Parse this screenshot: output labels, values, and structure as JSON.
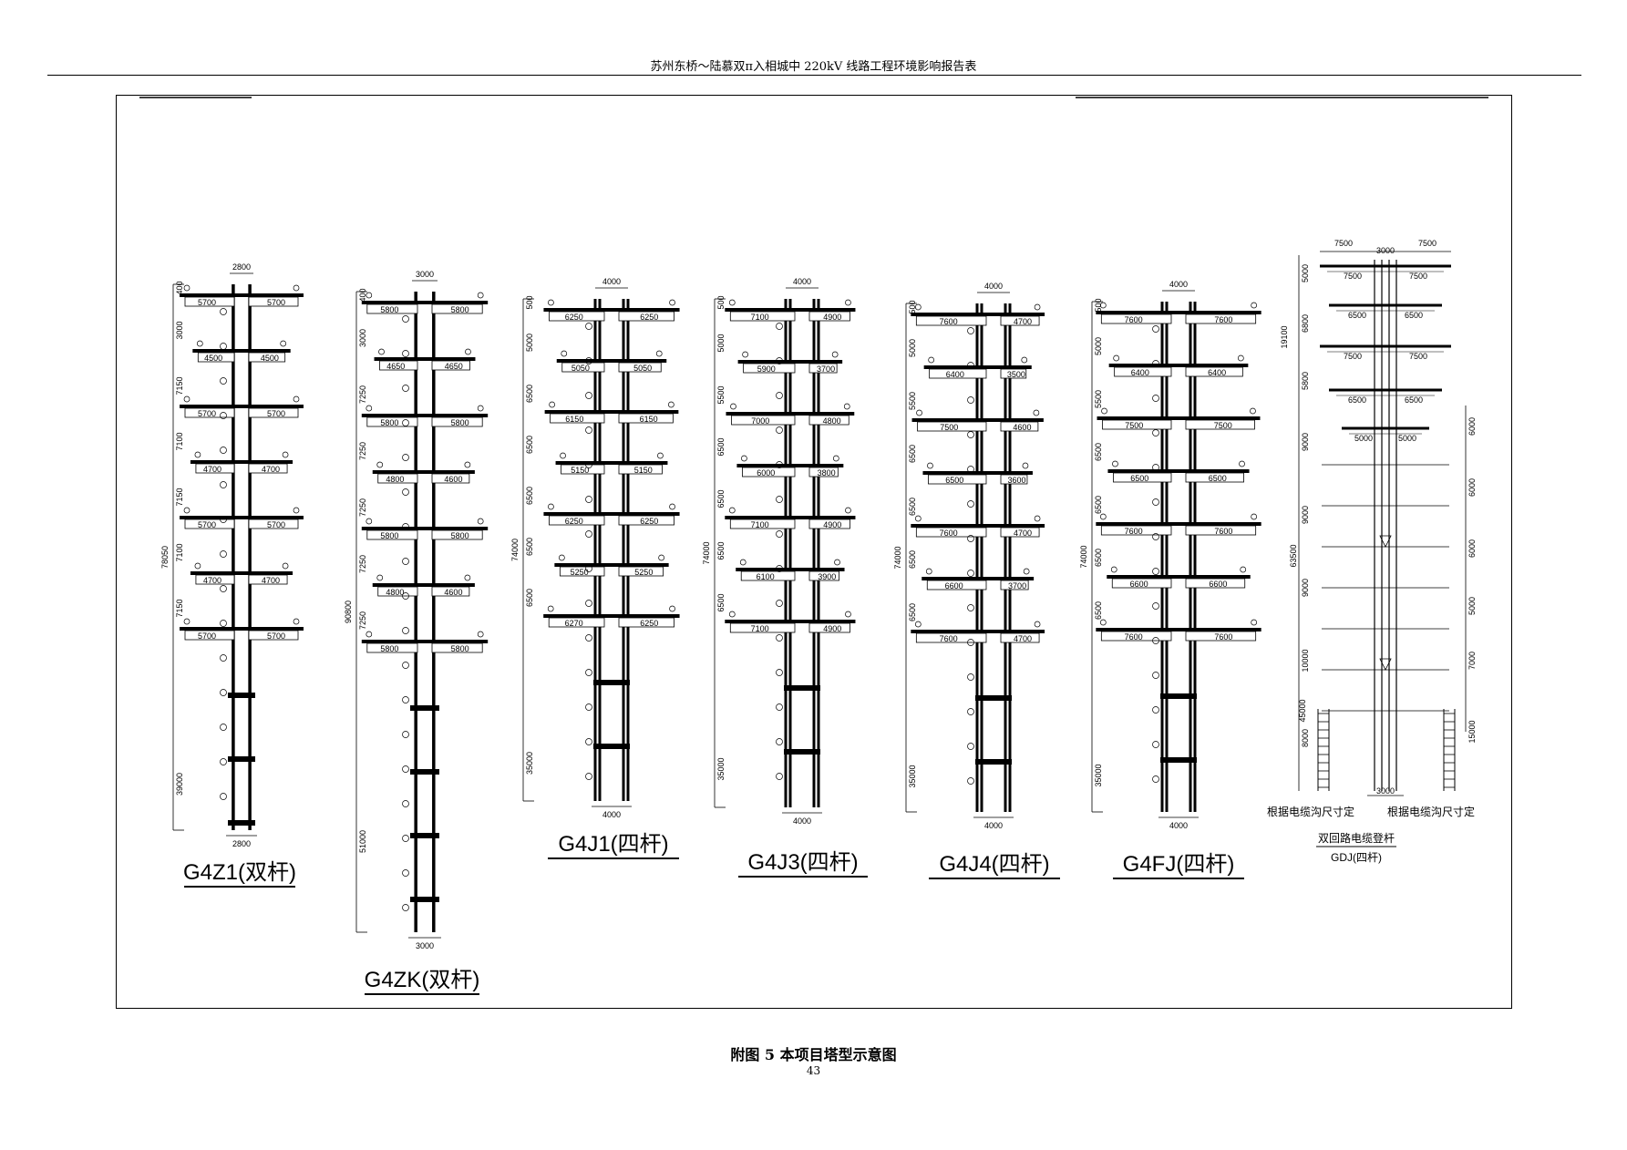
{
  "header": {
    "title": "苏州东桥～陆慕双π入相城中 220kV 线路工程环境影响报告表"
  },
  "figure": {
    "caption": "附图 5  本项目塔型示意图",
    "towers": [
      {
        "name": "G4Z1(双杆)",
        "top_width": "2800",
        "base_width": "2800",
        "total_height": "78050",
        "body_height": "39000",
        "arms": [
          [
            "5700",
            "5700"
          ],
          [
            "4500",
            "4500"
          ],
          [
            "5700",
            "5700"
          ],
          [
            "4700",
            "4700"
          ],
          [
            "5700",
            "5700"
          ],
          [
            "4700",
            "4700"
          ],
          [
            "5700",
            "5700"
          ]
        ],
        "spacings": [
          "400",
          "3000",
          "7150",
          "7100",
          "7150",
          "7100",
          "7150"
        ]
      },
      {
        "name": "G4ZK(双杆)",
        "top_width": "3000",
        "base_width": "3000",
        "total_height": "90800",
        "body_height": "51000",
        "arms": [
          [
            "5800",
            "5800"
          ],
          [
            "4650",
            "4650"
          ],
          [
            "5800",
            "5800"
          ],
          [
            "4800",
            "4600"
          ],
          [
            "5800",
            "5800"
          ],
          [
            "4800",
            "4600"
          ],
          [
            "5800",
            "5800"
          ]
        ],
        "spacings": [
          "400",
          "3000",
          "7250",
          "7250",
          "7250",
          "7250",
          "7250"
        ]
      },
      {
        "name": "G4J1(四杆)",
        "top_width": "4000",
        "base_width": "4000",
        "total_height": "74000",
        "body_height": "35000",
        "arms": [
          [
            "6250",
            "6250"
          ],
          [
            "5050",
            "5050"
          ],
          [
            "6150",
            "6150"
          ],
          [
            "5150",
            "5150"
          ],
          [
            "6250",
            "6250"
          ],
          [
            "5250",
            "5250"
          ],
          [
            "6270",
            "6250"
          ]
        ],
        "spacings": [
          "500",
          "5000",
          "6500",
          "6500",
          "6500",
          "6500",
          "6500"
        ]
      },
      {
        "name": "G4J3(四杆)",
        "top_width": "4000",
        "base_width": "4000",
        "total_height": "74000",
        "body_height": "35000",
        "arms": [
          [
            "7100",
            "4900"
          ],
          [
            "5900",
            "3700"
          ],
          [
            "7000",
            "4800"
          ],
          [
            "6000",
            "3800"
          ],
          [
            "7100",
            "4900"
          ],
          [
            "6100",
            "3900"
          ],
          [
            "7100",
            "4900"
          ]
        ],
        "spacings": [
          "500",
          "5000",
          "5500",
          "6500",
          "6500",
          "6500",
          "6500"
        ]
      },
      {
        "name": "G4J4(四杆)",
        "top_width": "4000",
        "base_width": "4000",
        "total_height": "74000",
        "body_height": "35000",
        "arms": [
          [
            "7600",
            "4700"
          ],
          [
            "6400",
            "3500"
          ],
          [
            "7500",
            "4600"
          ],
          [
            "6500",
            "3600"
          ],
          [
            "7600",
            "4700"
          ],
          [
            "6600",
            "3700"
          ],
          [
            "7600",
            "4700"
          ]
        ],
        "spacings": [
          "500",
          "5000",
          "5500",
          "6500",
          "6500",
          "6500",
          "6500"
        ]
      },
      {
        "name": "G4FJ(四杆)",
        "top_width": "4000",
        "base_width": "4000",
        "total_height": "74000",
        "body_height": "35000",
        "arms": [
          [
            "7600",
            "7600"
          ],
          [
            "6400",
            "6400"
          ],
          [
            "7500",
            "7500"
          ],
          [
            "6500",
            "6500"
          ],
          [
            "7600",
            "7600"
          ],
          [
            "6600",
            "6600"
          ],
          [
            "7600",
            "7600"
          ]
        ],
        "spacings": [
          "500",
          "5000",
          "5500",
          "6500",
          "6500",
          "6500",
          "6500"
        ]
      },
      {
        "name": "GDJ(四杆)",
        "title": "双回路电缆登杆",
        "top_width": "3000",
        "base_width": "3000",
        "arms": [
          [
            "7500",
            "7500"
          ],
          [
            "6500",
            "6500"
          ],
          [
            "7500",
            "7500"
          ],
          [
            "6500",
            "6500"
          ],
          [
            "5000",
            "5000"
          ]
        ],
        "spacings": [
          "5000",
          "6800",
          "5800",
          "9000",
          "9000",
          "9000",
          "10000",
          "8000"
        ],
        "side_dims": [
          "6000",
          "6000",
          "6000",
          "5000",
          "7000",
          "15000"
        ],
        "left_dims": [
          "19100",
          "63500",
          "45000"
        ],
        "bottom_left": "根据电缆沟尺寸定",
        "bottom_right": "根据电缆沟尺寸定"
      }
    ]
  },
  "page": {
    "number": "43"
  }
}
